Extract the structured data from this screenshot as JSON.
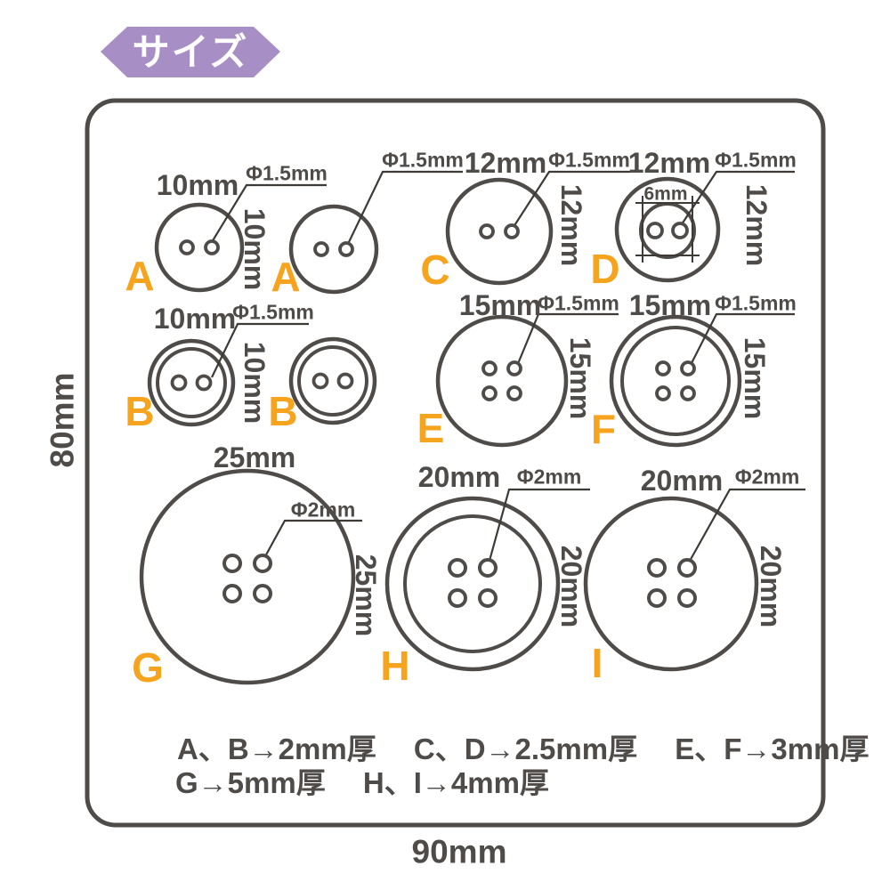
{
  "badge": {
    "label": "サイズ"
  },
  "frame": {
    "height_label": "80mm",
    "width_label": "90mm"
  },
  "buttons": {
    "a1": {
      "letter": "A",
      "size_top": "10mm",
      "size_side": "10mm",
      "hole_label": "Φ1.5mm"
    },
    "a2": {
      "letter": "A",
      "hole_label": "Φ1.5mm"
    },
    "c": {
      "letter": "C",
      "size_top": "12mm",
      "size_side": "12mm",
      "hole_label": "Φ1.5mm"
    },
    "d": {
      "letter": "D",
      "size_top": "12mm",
      "size_side": "12mm",
      "hole_label": "Φ1.5mm",
      "inner_label": "6mm"
    },
    "b1": {
      "letter": "B",
      "size_top": "10mm",
      "size_side": "10mm",
      "hole_label": "Φ1.5mm"
    },
    "b2": {
      "letter": "B"
    },
    "e": {
      "letter": "E",
      "size_top": "15mm",
      "size_side": "15mm",
      "hole_label": "Φ1.5mm"
    },
    "f": {
      "letter": "F",
      "size_top": "15mm",
      "size_side": "15mm",
      "hole_label": "Φ1.5mm"
    },
    "g": {
      "letter": "G",
      "size_top": "25mm",
      "size_side": "25mm",
      "hole_label": "Φ2mm"
    },
    "h": {
      "letter": "H",
      "size_top": "20mm",
      "size_side": "20mm",
      "hole_label": "Φ2mm"
    },
    "i": {
      "letter": "I",
      "size_top": "20mm",
      "size_side": "20mm",
      "hole_label": "Φ2mm"
    }
  },
  "notes": {
    "line1": "A、B→2mm厚　 C、D→2.5mm厚　 E、F→3mm厚",
    "line2": "G→5mm厚　 H、I→4mm厚"
  },
  "colors": {
    "line": "#4e4b48",
    "accent_orange": "#f6a31e",
    "badge_purple": "#a78fc6"
  }
}
